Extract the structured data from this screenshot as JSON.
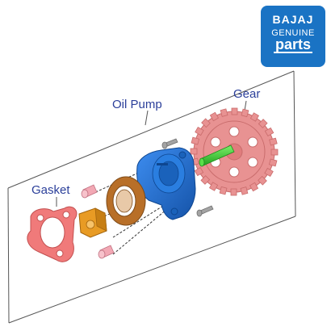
{
  "logo": {
    "brand": "BAJAJ",
    "line1": "GENUINE",
    "line2": "parts",
    "color": "#1a73c4"
  },
  "labels": {
    "oil_pump": "Oil Pump",
    "gear": "Gear",
    "gasket": "Gasket"
  },
  "colors": {
    "label_text": "#2b3f9a",
    "pump_body": "#1f6fd1",
    "gear": "#e89292",
    "shaft": "#3ccf3a",
    "gasket": "#f07a7a",
    "rotor_outer": "#b86f28",
    "rotor_inner": "#e89b24",
    "pins": "#f2a8b4",
    "bolts": "#9a9a9a"
  }
}
